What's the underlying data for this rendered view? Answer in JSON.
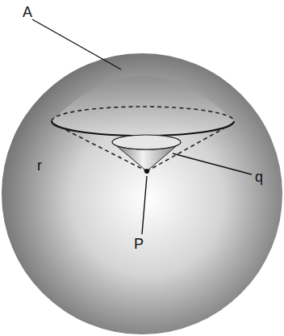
{
  "diagram": {
    "labels": [
      "A",
      "r",
      "q",
      "P"
    ]
  }
}
